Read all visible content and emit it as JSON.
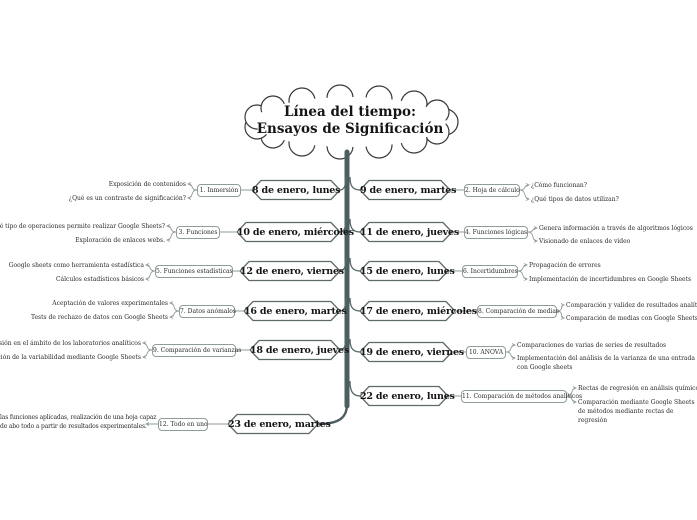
{
  "root": {
    "title_line1": "Línea del tiempo:",
    "title_line2": "Ensayos de Significación"
  },
  "colors": {
    "trunk": "#4c5e60",
    "branch": "#55686a",
    "link": "#8f9a9b",
    "node_border": "#5d696a",
    "cloud_border": "#383838",
    "text": "#151515"
  },
  "rows": [
    {
      "side": "left",
      "date": "8 de enero, lunes",
      "topic": "1. Inmersión",
      "leaves": [
        "Exposición de contenidos",
        "¿Qué es un contraste de significación?"
      ]
    },
    {
      "side": "right",
      "date": "9 de enero, martes",
      "topic": "2. Hoja de cálculo",
      "leaves": [
        "¿Cómo funcionan?",
        "¿Qué tipos de datos utilizan?"
      ]
    },
    {
      "side": "left",
      "date": "10 de enero, miércoles",
      "topic": "3. Funciones",
      "leaves": [
        "¿Qué tipo de operaciones permite realizar Google Sheets?",
        "Exploración de enlaces webs."
      ]
    },
    {
      "side": "right",
      "date": "11 de enero, jueves",
      "topic": "4. Funciones lógicas",
      "leaves": [
        "Genera información a través de algoritmos lógicos",
        "Visionado de enlaces de video"
      ]
    },
    {
      "side": "left",
      "date": "12 de enero, viernes",
      "topic": "5. Funciones estadísticas",
      "leaves": [
        "Google sheets como herramienta estadística",
        "Cálculos estadísticos básicos"
      ]
    },
    {
      "side": "right",
      "date": "15 de enero, lunes",
      "topic": "6. Incertidumbres",
      "leaves": [
        "Propagación de errores",
        "Implementación de incertidumbres en Google Sheets"
      ]
    },
    {
      "side": "left",
      "date": "16 de enero, martes",
      "topic": "7. Datos anómalos",
      "leaves": [
        "Aceptación de valores experimentales",
        "Tests de rechazo de datos con Google Sheets"
      ]
    },
    {
      "side": "right",
      "date": "17 de enero, miércoles",
      "topic": "8. Comparación de medias",
      "leaves": [
        "Comparación y validez de resultados analíticos",
        "Comparación de medias con Google Sheets"
      ]
    },
    {
      "side": "left",
      "date": "18 de enero, jueves",
      "topic": "9. Comparación de varianzas",
      "leaves": [
        "La precisión en el ámbito de los laboratorios analíticos",
        "Comparación de la variabilidad mediante Google Sheets"
      ]
    },
    {
      "side": "right",
      "date": "19 de enero, viernes",
      "topic": "10. ANOVA",
      "leaves": [
        "Comparaciones de varias de series de resultados",
        "Implementación del análisis de la varianza de una entrada con Google sheets"
      ]
    },
    {
      "side": "right",
      "date": "22 de enero, lunes",
      "topic": "11. Comparación de métodos analíticos",
      "leaves": [
        "Rectas de regresión en análisis químico",
        "Comparación mediante Google Sheets de métodos mediante rectas de regresión"
      ]
    },
    {
      "side": "left",
      "date": "23 de enero, martes",
      "topic": "12. Todo en uno",
      "leaves": [
        "las funciones aplicadas, realización de una hoja capaz de abo todo a partir de resultados experimentales."
      ]
    }
  ]
}
